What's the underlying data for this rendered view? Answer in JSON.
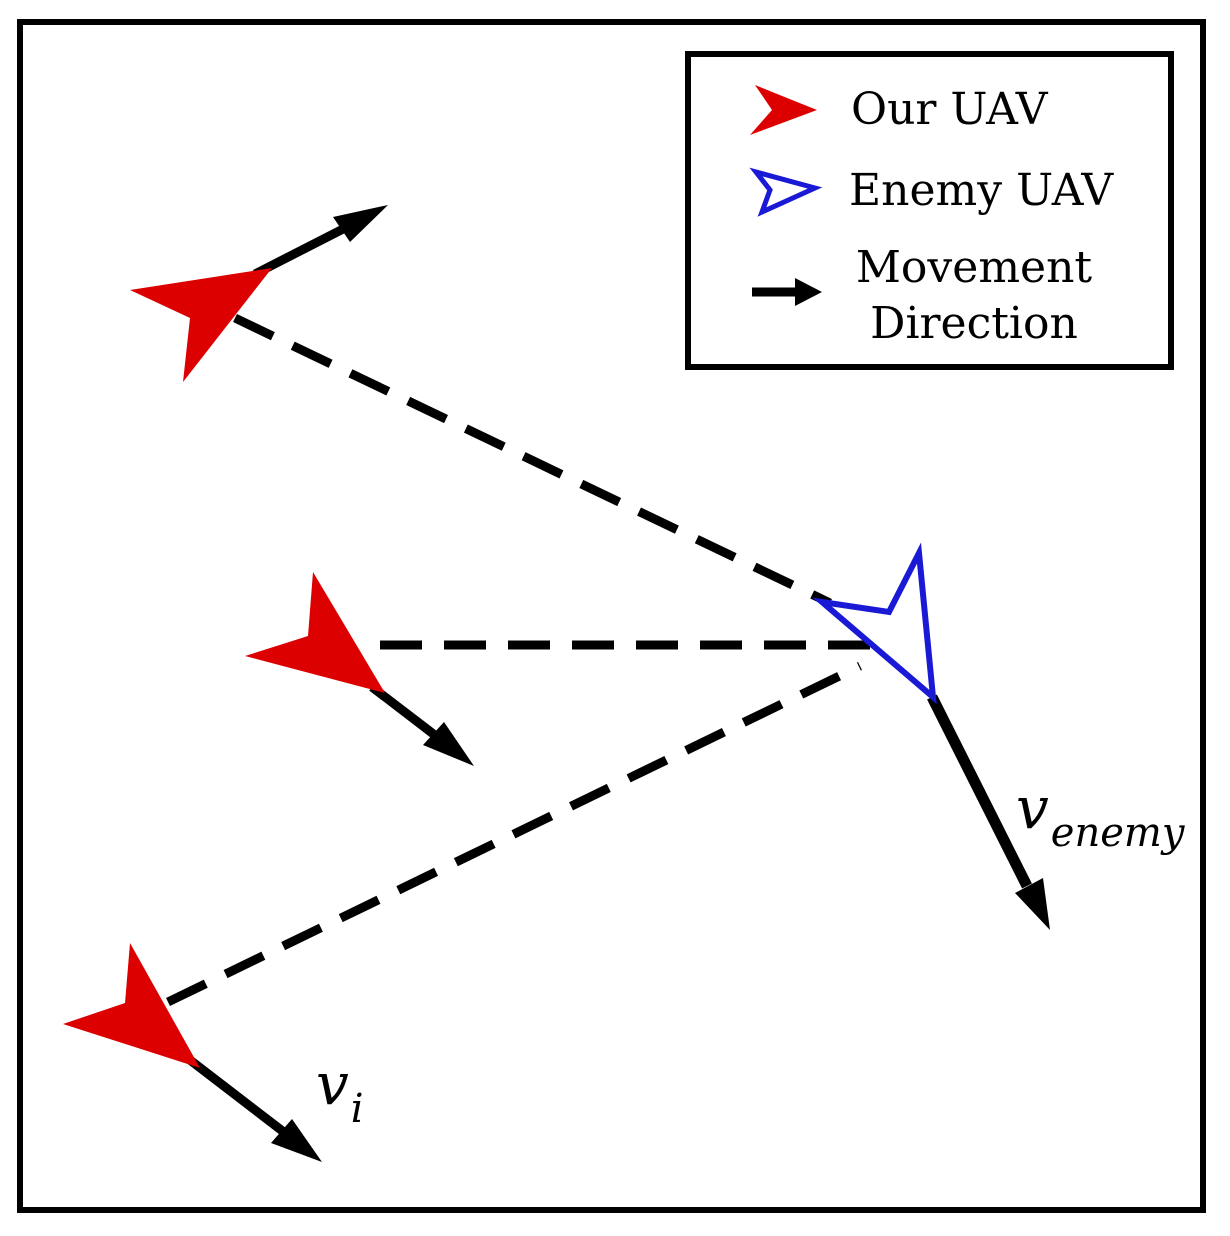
{
  "colors": {
    "our_uav": "#dd0000",
    "enemy_uav": "#1a1ad6",
    "arrow": "#000000",
    "frame": "#000000"
  },
  "legend": {
    "our_uav_label": "Our UAV",
    "enemy_uav_label": "Enemy UAV",
    "movement_label_line1": "Movement",
    "movement_label_line2": "Direction"
  },
  "labels": {
    "v_enemy_main": "v",
    "v_enemy_sub": "enemy",
    "v_i_main": "v",
    "v_i_sub": "i"
  }
}
